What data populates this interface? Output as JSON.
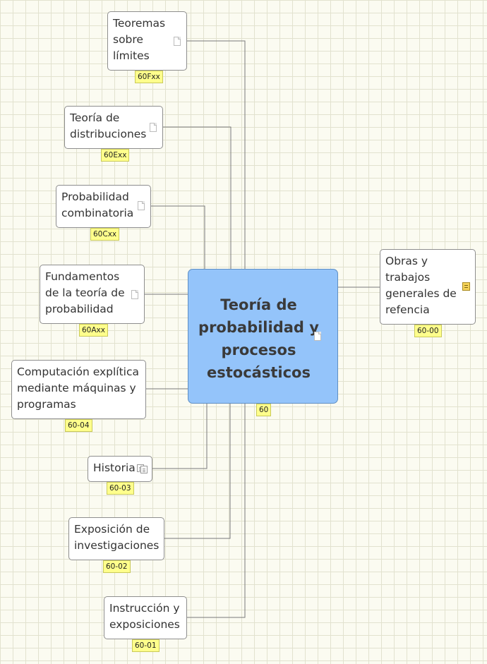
{
  "central": {
    "title": "Teoría de probabilidad y procesos estocásticos",
    "tag": "60",
    "icon": "document-icon"
  },
  "topics": [
    {
      "id": "teoremas",
      "label": "Teoremas sobre límites",
      "tag": "60Fxx",
      "icon": "document-icon"
    },
    {
      "id": "distribuciones",
      "label": "Teoría de distribuciones",
      "tag": "60Exx",
      "icon": "document-icon"
    },
    {
      "id": "combinatoria",
      "label": "Probabilidad combinatoria",
      "tag": "60Cxx",
      "icon": "document-icon"
    },
    {
      "id": "fundamentos",
      "label": "Fundamentos de la teoría de probabilidad",
      "tag": "60Axx",
      "icon": "document-icon"
    },
    {
      "id": "computacion",
      "label": "Computación explítica mediante máquinas y programas",
      "tag": "60-04"
    },
    {
      "id": "historia",
      "label": "Historia",
      "tag": "60-03",
      "icon": "notes-icon"
    },
    {
      "id": "exposicion",
      "label": "Exposición de investigaciones",
      "tag": "60-02"
    },
    {
      "id": "instruccion",
      "label": "Instrucción y exposiciones",
      "tag": "60-01"
    },
    {
      "id": "obras",
      "label": "Obras y trabajos generales de refencia",
      "tag": "60-00",
      "icon": "note-icon"
    }
  ],
  "colors": {
    "central_fill": "#94c4fa",
    "tag_fill": "#ffff8c",
    "connector": "#777777",
    "grid": "#e2e2cf"
  }
}
